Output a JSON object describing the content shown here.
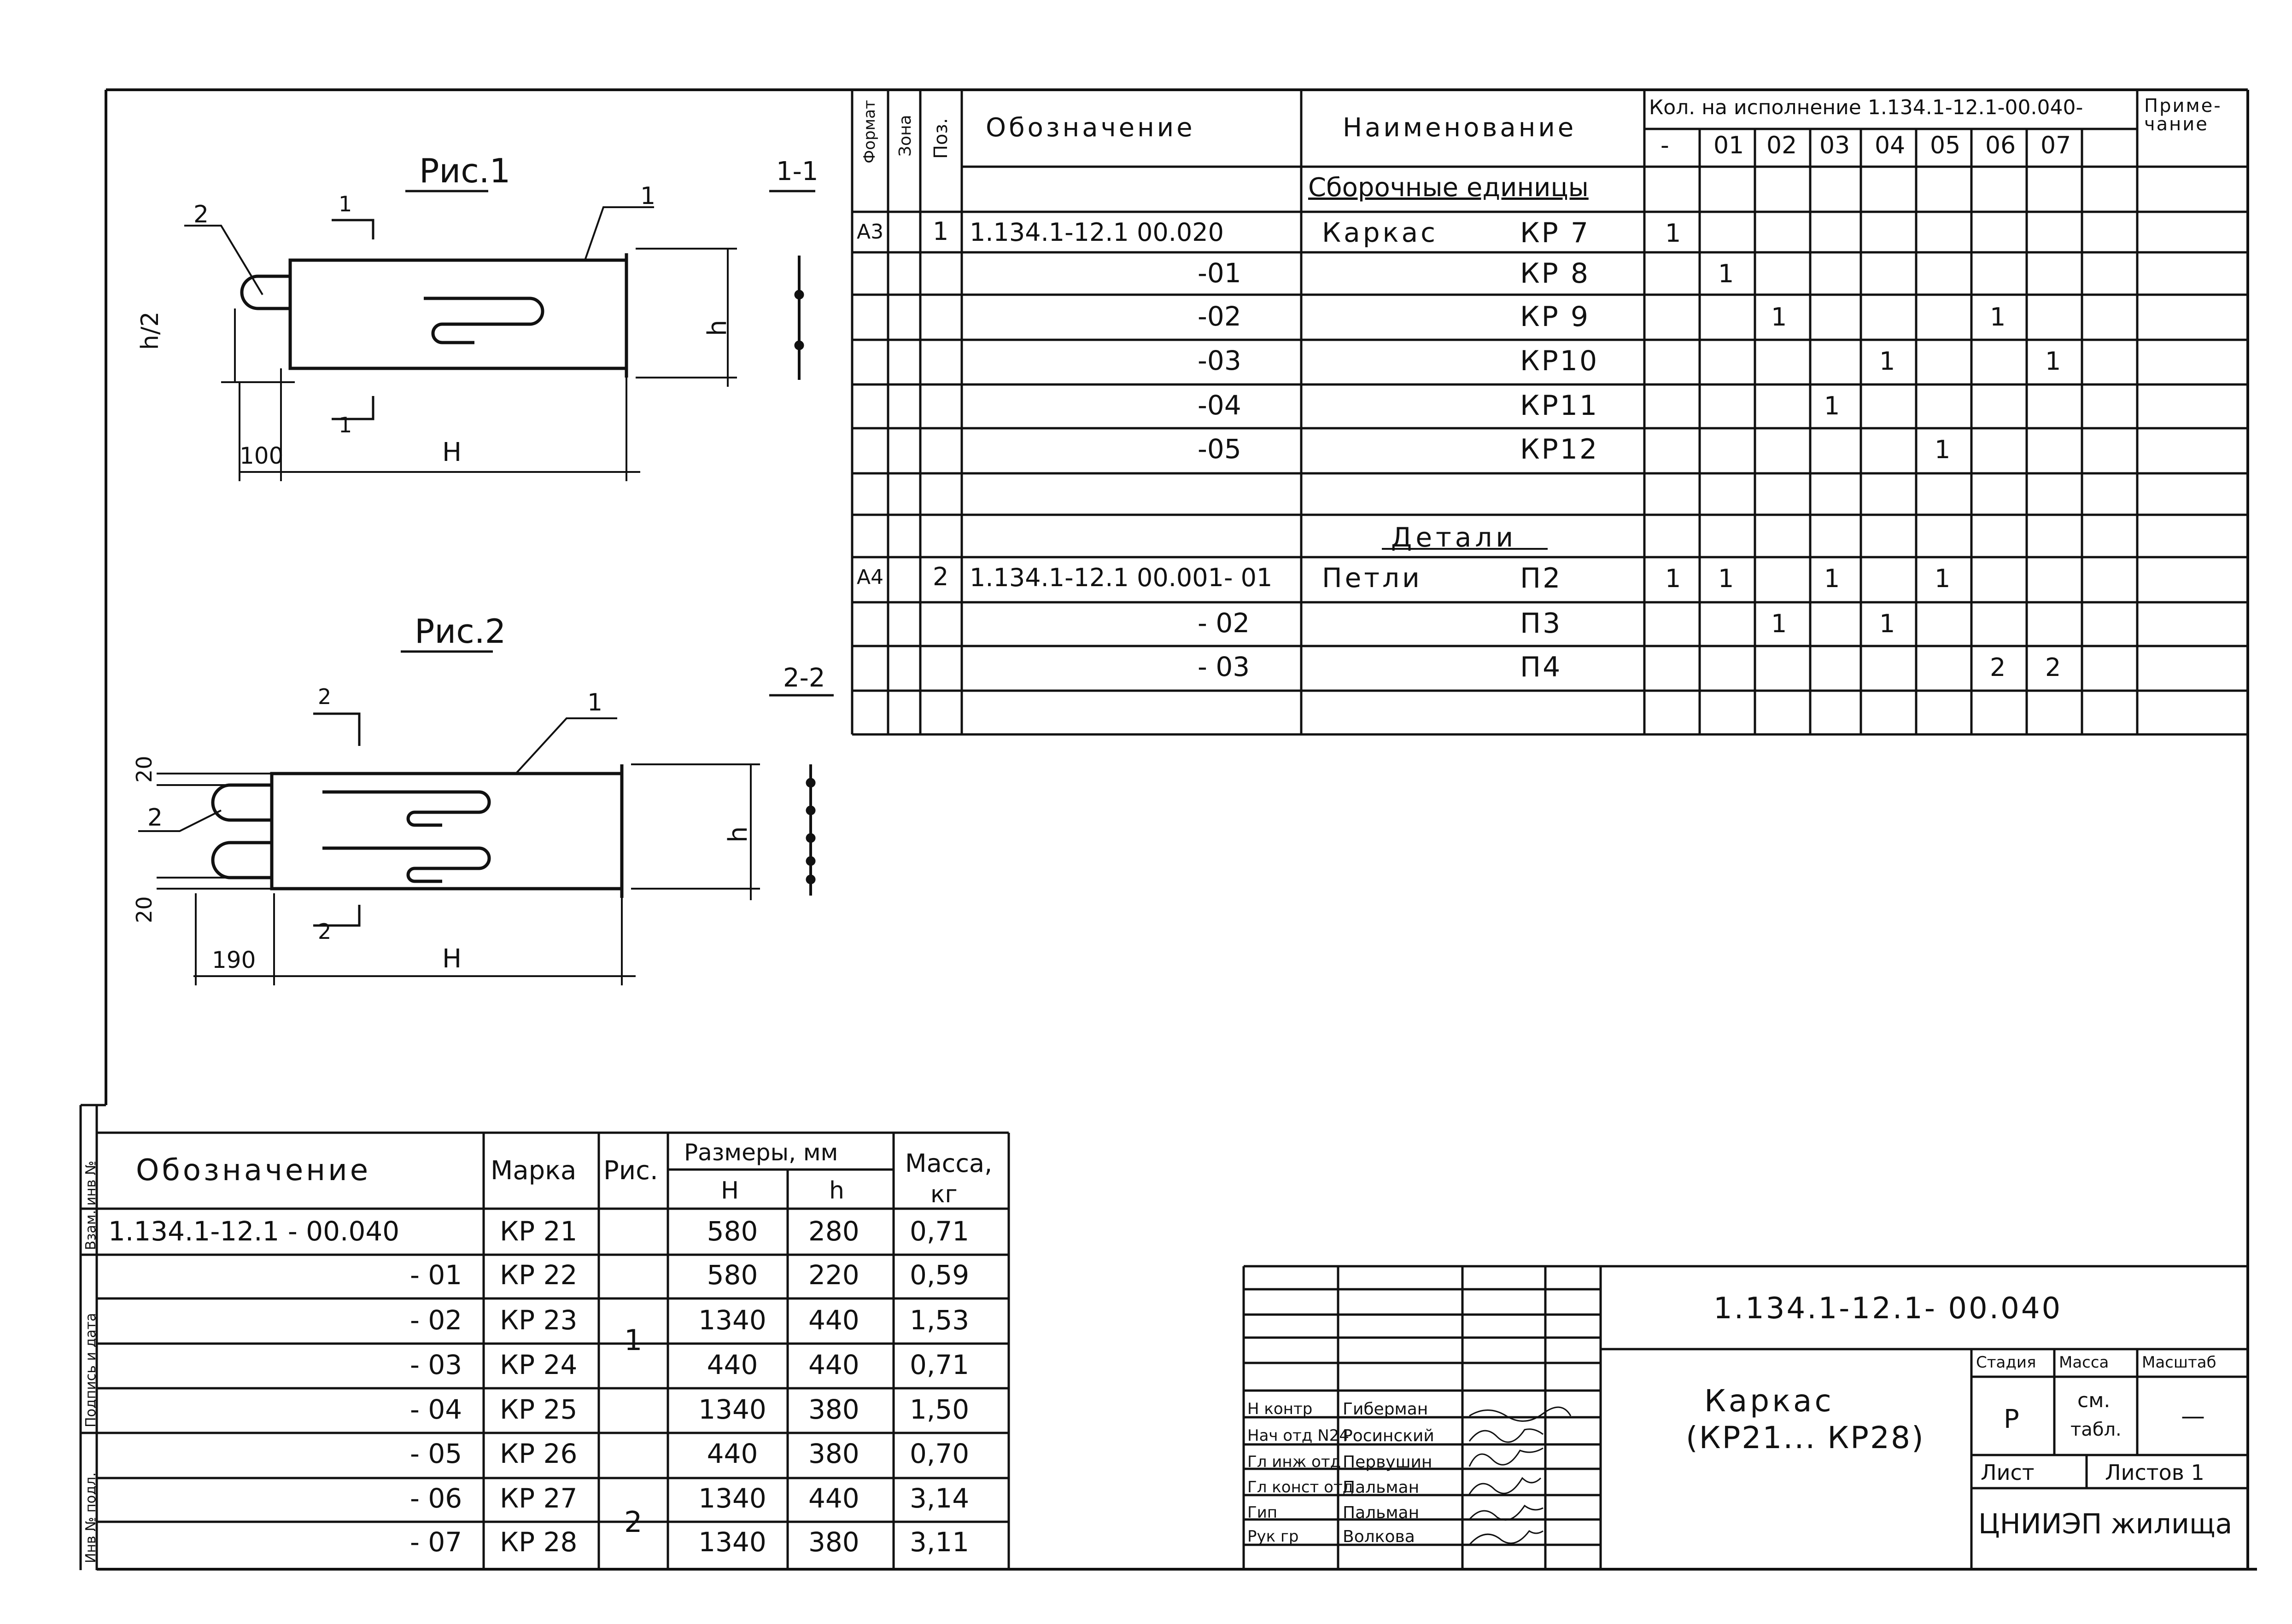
{
  "figures": {
    "fig1_title": "Рис.1",
    "fig2_title": "Рис.2",
    "section_1": "1-1",
    "section_2": "2-2",
    "fig1_labels": {
      "pos1": "1",
      "pos2": "2",
      "cut_top": "1",
      "cut_bottom": "1",
      "h_half": "h/2",
      "h": "h",
      "dim_100": "100",
      "H": "H"
    },
    "fig2_labels": {
      "pos1": "1",
      "pos2": "2",
      "cut_top": "2",
      "cut_bottom": "2",
      "dim_20_top": "20",
      "dim_20_bottom": "20",
      "h": "h",
      "dim_190": "190",
      "H": "H"
    }
  },
  "spec_table": {
    "headers": {
      "format": "Формат",
      "zone": "Зона",
      "pos": "Поз.",
      "designation": "Обозначение",
      "name": "Наименование",
      "qty": "Кол. на исполнение 1.134.1-12.1-00.040-",
      "note": "Приме-чание",
      "variants": [
        "-",
        "01",
        "02",
        "03",
        "04",
        "05",
        "06",
        "07"
      ]
    },
    "rows": [
      {
        "format": "",
        "zone": "",
        "pos": "",
        "designation": "",
        "name": "Сборочные единицы",
        "mark": "",
        "q": [
          "",
          "",
          "",
          "",
          "",
          "",
          "",
          ""
        ]
      },
      {
        "format": "А3",
        "zone": "",
        "pos": "1",
        "designation": "1.134.1-12.1  00.020",
        "name": "Каркас",
        "mark": "КР 7",
        "q": [
          "1",
          "",
          "",
          "",
          "",
          "",
          "",
          ""
        ]
      },
      {
        "format": "",
        "zone": "",
        "pos": "",
        "designation": "-01",
        "name": "",
        "mark": "КР 8",
        "q": [
          "",
          "1",
          "",
          "",
          "",
          "",
          "",
          ""
        ]
      },
      {
        "format": "",
        "zone": "",
        "pos": "",
        "designation": "-02",
        "name": "",
        "mark": "КР 9",
        "q": [
          "",
          "",
          "1",
          "",
          "",
          "",
          "1",
          ""
        ]
      },
      {
        "format": "",
        "zone": "",
        "pos": "",
        "designation": "-03",
        "name": "",
        "mark": "КР10",
        "q": [
          "",
          "",
          "",
          "",
          "1",
          "",
          "",
          "1"
        ]
      },
      {
        "format": "",
        "zone": "",
        "pos": "",
        "designation": "-04",
        "name": "",
        "mark": "КР11",
        "q": [
          "",
          "",
          "",
          "1",
          "",
          "",
          "",
          ""
        ]
      },
      {
        "format": "",
        "zone": "",
        "pos": "",
        "designation": "-05",
        "name": "",
        "mark": "КР12",
        "q": [
          "",
          "",
          "",
          "",
          "",
          "1",
          "",
          ""
        ]
      },
      {
        "format": "",
        "zone": "",
        "pos": "",
        "designation": "",
        "name": "",
        "mark": "",
        "q": [
          "",
          "",
          "",
          "",
          "",
          "",
          "",
          ""
        ]
      },
      {
        "format": "",
        "zone": "",
        "pos": "",
        "designation": "",
        "name": "Детали",
        "mark": "",
        "q": [
          "",
          "",
          "",
          "",
          "",
          "",
          "",
          ""
        ]
      },
      {
        "format": "А4",
        "zone": "",
        "pos": "2",
        "designation": "1.134.1-12.1  00.001- 01",
        "name": "Петли",
        "mark": "П2",
        "q": [
          "1",
          "1",
          "",
          "1",
          "",
          "1",
          "",
          ""
        ]
      },
      {
        "format": "",
        "zone": "",
        "pos": "",
        "designation": "- 02",
        "name": "",
        "mark": "П3",
        "q": [
          "",
          "",
          "1",
          "",
          "1",
          "",
          "",
          ""
        ]
      },
      {
        "format": "",
        "zone": "",
        "pos": "",
        "designation": "- 03",
        "name": "",
        "mark": "П4",
        "q": [
          "",
          "",
          "",
          "",
          "",
          "",
          "2",
          "2"
        ]
      }
    ]
  },
  "size_table": {
    "headers": {
      "designation": "Обозначение",
      "mark": "Марка",
      "fig": "Рис.",
      "sizes": "Размеры, мм",
      "H": "H",
      "h": "h",
      "mass": "Масса,",
      "mass_unit": "кг"
    },
    "rows": [
      {
        "designation": "1.134.1-12.1 - 00.040",
        "mark": "КР 21",
        "H": "580",
        "h": "280",
        "mass": "0,71"
      },
      {
        "designation": "- 01",
        "mark": "КР 22",
        "H": "580",
        "h": "220",
        "mass": "0,59"
      },
      {
        "designation": "- 02",
        "mark": "КР 23",
        "H": "1340",
        "h": "440",
        "mass": "1,53"
      },
      {
        "designation": "- 03",
        "mark": "КР 24",
        "H": "440",
        "h": "440",
        "mass": "0,71"
      },
      {
        "designation": "- 04",
        "mark": "КР 25",
        "H": "1340",
        "h": "380",
        "mass": "1,50"
      },
      {
        "designation": "- 05",
        "mark": "КР 26",
        "H": "440",
        "h": "380",
        "mass": "0,70"
      },
      {
        "designation": "- 06",
        "mark": "КР 27",
        "H": "1340",
        "h": "440",
        "mass": "3,14"
      },
      {
        "designation": "- 07",
        "mark": "КР 28",
        "H": "1340",
        "h": "380",
        "mass": "3,11"
      }
    ],
    "fig_groups": [
      "1",
      "2"
    ]
  },
  "side_stamp": [
    "Инв № подл.",
    "Подпись и дата",
    "Взам. инв №"
  ],
  "title_block": {
    "code": "1.134.1-12.1- 00.040",
    "title_line1": "Каркас",
    "title_line2": "(КР21... КР28)",
    "stage_label": "Стадия",
    "mass_label": "Масса",
    "scale_label": "Масштаб",
    "stage_value": "Р",
    "mass_value_1": "см.",
    "mass_value_2": "табл.",
    "scale_value": "—",
    "sheet_label": "Лист",
    "sheets_label": "Листов 1",
    "org": "ЦНИИЭП жилища",
    "people": [
      {
        "role": "Н контр",
        "name": "Гиберман"
      },
      {
        "role": "Нач отд N24",
        "name": "Росинский"
      },
      {
        "role": "Гл инж отд",
        "name": "Первушин"
      },
      {
        "role": "Гл конст отд",
        "name": "Пальман"
      },
      {
        "role": "Гип",
        "name": "Пальман"
      },
      {
        "role": "Рук гр",
        "name": "Волкова"
      }
    ]
  }
}
